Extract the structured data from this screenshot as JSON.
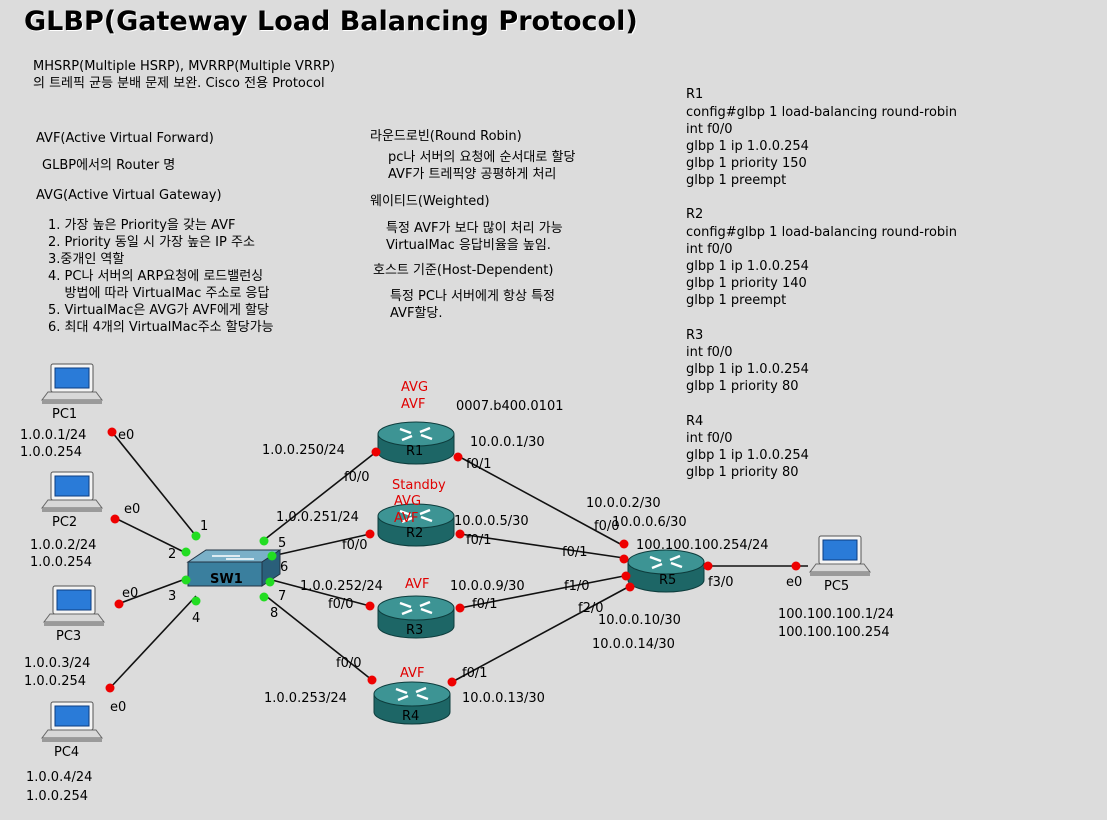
{
  "title": "GLBP(Gateway Load Balancing Protocol)",
  "intro": [
    "MHSRP(Multiple HSRP), MVRRP(Multiple VRRP)",
    "의 트레픽 균등 분배 문제 보완. Cisco 전용 Protocol"
  ],
  "avf": {
    "heading": "AVF(Active Virtual Forward)",
    "desc": "GLBP에서의 Router 명"
  },
  "avg": {
    "heading": "AVG(Active Virtual Gateway)",
    "items": [
      "1. 가장 높은 Priority을 갖는 AVF",
      "2. Priority 동일 시 가장 높은 IP 주소",
      "3.중개인 역할",
      "4. PC나 서버의 ARP요청에 로드밸런싱",
      "    방법에 따라 VirtualMac 주소로 응답",
      "5. VirtualMac은 AVG가 AVF에게 할당",
      "6. 최대 4개의 VirtualMac주소 할당가능"
    ]
  },
  "methods": [
    {
      "heading": "라운드로빈(Round Robin)",
      "lines": [
        "pc나 서버의 요청에 순서대로 할당",
        "AVF가 트레픽양 공평하게 처리"
      ]
    },
    {
      "heading": "웨이티드(Weighted)",
      "lines": [
        "특정 AVF가 보다 많이 처리 가능",
        "VirtualMac 응답비율을 높임."
      ]
    },
    {
      "heading": "호스트 기준(Host-Dependent)",
      "lines": [
        "특정 PC나 서버에게 항상 특정",
        "AVF할당."
      ]
    }
  ],
  "config": [
    {
      "router": "R1",
      "lines": [
        "config#glbp 1 load-balancing round-robin",
        "int f0/0",
        "glbp 1 ip 1.0.0.254",
        "glbp 1 priority 150",
        "glbp 1 preempt"
      ]
    },
    {
      "router": "R2",
      "lines": [
        "config#glbp 1 load-balancing round-robin",
        "int f0/0",
        "glbp 1 ip 1.0.0.254",
        "glbp 1 priority 140",
        "glbp 1 preempt"
      ]
    },
    {
      "router": "R3",
      "lines": [
        "int f0/0",
        "glbp 1 ip 1.0.0.254",
        "glbp 1 priority 80"
      ]
    },
    {
      "router": "R4",
      "lines": [
        "int f0/0",
        "glbp 1 ip 1.0.0.254",
        "glbp 1 priority 80"
      ]
    }
  ],
  "topology": {
    "pcs": [
      {
        "name": "PC1",
        "port": "e0",
        "ip": "1.0.0.1/24",
        "gw": "1.0.0.254"
      },
      {
        "name": "PC2",
        "port": "e0",
        "ip": "1.0.0.2/24",
        "gw": "1.0.0.254"
      },
      {
        "name": "PC3",
        "port": "e0",
        "ip": "1.0.0.3/24",
        "gw": "1.0.0.254"
      },
      {
        "name": "PC4",
        "port": "e0",
        "ip": "1.0.0.4/24",
        "gw": "1.0.0.254"
      },
      {
        "name": "PC5",
        "port": "e0",
        "ip": "100.100.100.1/24",
        "gw": "100.100.100.254"
      }
    ],
    "switch": {
      "name": "SW1",
      "ports": [
        "1",
        "2",
        "3",
        "4",
        "5",
        "6",
        "7",
        "8"
      ]
    },
    "routers": [
      {
        "name": "R1",
        "roles": [
          "AVG",
          "AVF"
        ],
        "mac": "0007.b400.0101",
        "lan_ip": "1.0.0.250/24",
        "wan_ip": "10.0.0.1/30",
        "lan_port": "f0/0",
        "wan_port": "f0/1"
      },
      {
        "name": "R2",
        "roles": [
          "Standby",
          "AVG",
          "AVF"
        ],
        "lan_ip": "1.0.0.251/24",
        "wan_ip": "10.0.0.5/30",
        "lan_port": "f0/0",
        "wan_port": "f0/1"
      },
      {
        "name": "R3",
        "roles": [
          "AVF"
        ],
        "lan_ip": "1.0.0.252/24",
        "wan_ip": "10.0.0.9/30",
        "lan_port": "f0/0",
        "wan_port": "f0/1"
      },
      {
        "name": "R4",
        "roles": [
          "AVF"
        ],
        "lan_ip": "1.0.0.253/24",
        "wan_ip": "10.0.0.13/30",
        "lan_port": "f0/0",
        "wan_port": "f0/1"
      },
      {
        "name": "R5",
        "ips": [
          "10.0.0.2/30",
          "10.0.0.6/30",
          "100.100.100.254/24",
          "10.0.0.10/30",
          "10.0.0.14/30"
        ],
        "ports": [
          "f0/0",
          "f0/1",
          "f1/0",
          "f2/0",
          "f3/0"
        ]
      }
    ],
    "colors": {
      "link_up": "#22dd22",
      "link_port": "#ee0000",
      "role_text": "#e00000",
      "router_body": "#1f6f6f"
    }
  }
}
